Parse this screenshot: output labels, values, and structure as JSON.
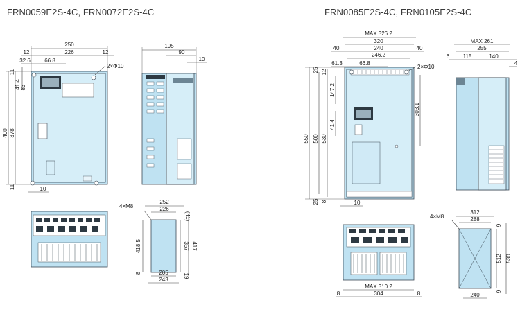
{
  "titles": {
    "left": "FRN0059E2S-4C, FRN0072E2S-4C",
    "right": "FRN0085E2S-4C, FRN0105E2S-4C"
  },
  "left_front": {
    "width_total": "250",
    "side_12_left": "12",
    "inner_226": "226",
    "side_12_right": "12",
    "d_32_6": "32.6",
    "d_66_8": "66.8",
    "hole_label": "2×Φ10",
    "d_11_top": "11",
    "d_41_4": "41.4",
    "d_83": "83",
    "h_400": "400",
    "h_378": "378",
    "d_11_bottom": "11",
    "d_10": "10"
  },
  "left_side": {
    "depth_195": "195",
    "d_90": "90",
    "d_10": "10"
  },
  "left_bottom": {
    "holes": "4×M8",
    "w_252": "252",
    "w_226": "226",
    "d_41": "(41)",
    "h_418_5": "418.5",
    "h_357": "357",
    "h_417": "417",
    "d_8": "8",
    "d_19": "19",
    "w_205": "205",
    "w_243": "243"
  },
  "right_front": {
    "max_w": "MAX 326.2",
    "w_320": "320",
    "d_40_l": "40",
    "w_240": "240",
    "d_40_r": "40",
    "d_61_3": "61.3",
    "w_246_2": "246.2",
    "d_66_8": "66.8",
    "hole_label": "2×Φ10",
    "d_25_top": "25",
    "d_12": "12",
    "d_147_2": "147.2",
    "d_303_1": "303.1",
    "d_41_4": "41.4",
    "h_550": "550",
    "h_500": "500",
    "h_530": "530",
    "d_25_bottom": "25",
    "d_8": "8",
    "d_10": "10"
  },
  "right_side": {
    "max_d": "MAX 261",
    "d_255": "255",
    "d_6": "6",
    "d_115": "115",
    "d_140": "140",
    "d_4": "4"
  },
  "right_bottom": {
    "max_w": "MAX 310.2",
    "w_304": "304",
    "d_8_l": "8",
    "d_8_r": "8"
  },
  "right_cutout": {
    "holes": "4×M8",
    "w_312": "312",
    "w_288": "288",
    "d_9": "9",
    "h_512": "512",
    "h_530": "530",
    "d_9_bottom": "9",
    "w_240": "240"
  },
  "colors": {
    "body": "#bfe2f2",
    "outline": "#3c4a55"
  }
}
